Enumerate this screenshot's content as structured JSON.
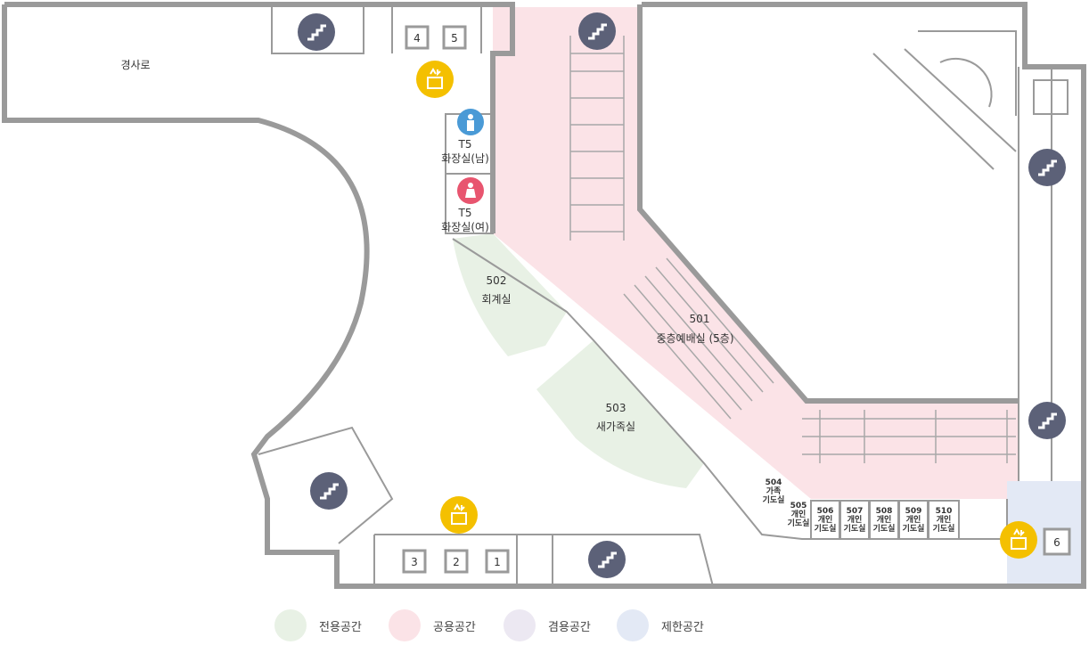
{
  "rooms": {
    "corridor": "경사로",
    "r501_num": "501",
    "r501_name": "중층예배실 (5층)",
    "r502_num": "502",
    "r502_name": "회계실",
    "r503_num": "503",
    "r503_name": "새가족실",
    "r504_num": "504",
    "r504_a": "가족",
    "r504_b": "기도실",
    "r505_num": "505",
    "r505_a": "개인",
    "r505_b": "기도실",
    "r506_num": "506",
    "r506_a": "개인",
    "r506_b": "기도실",
    "r507_num": "507",
    "r507_a": "개인",
    "r507_b": "기도실",
    "r508_num": "508",
    "r508_a": "개인",
    "r508_b": "기도실",
    "r509_num": "509",
    "r509_a": "개인",
    "r509_b": "기도실",
    "r510_num": "510",
    "r510_a": "개인",
    "r510_b": "기도실"
  },
  "restrooms": {
    "men_code": "T5",
    "men_name": "화장실(남)",
    "women_code": "T5",
    "women_name": "화장실(여)"
  },
  "elevators": [
    "4",
    "5",
    "3",
    "2",
    "1",
    "6"
  ],
  "icons": {
    "stairs": "stairs-icon",
    "elevator": "elevator-icon",
    "men": "men-restroom-icon",
    "women": "women-restroom-icon"
  },
  "legend": [
    {
      "label": "전용공간",
      "color": "#e8f1e5"
    },
    {
      "label": "공용공간",
      "color": "#fbe3e7"
    },
    {
      "label": "겸용공간",
      "color": "#ece8f2"
    },
    {
      "label": "제한공간",
      "color": "#e3e9f5"
    }
  ],
  "colors": {
    "public": "#fbe3e7",
    "private": "#e8f1e5",
    "restricted": "#e3e9f5",
    "wall": "#9a9a9a",
    "stair_badge": "#5c6178",
    "elevator_badge": "#f4c000",
    "men": "#4a9ad6",
    "women": "#e8556f"
  }
}
